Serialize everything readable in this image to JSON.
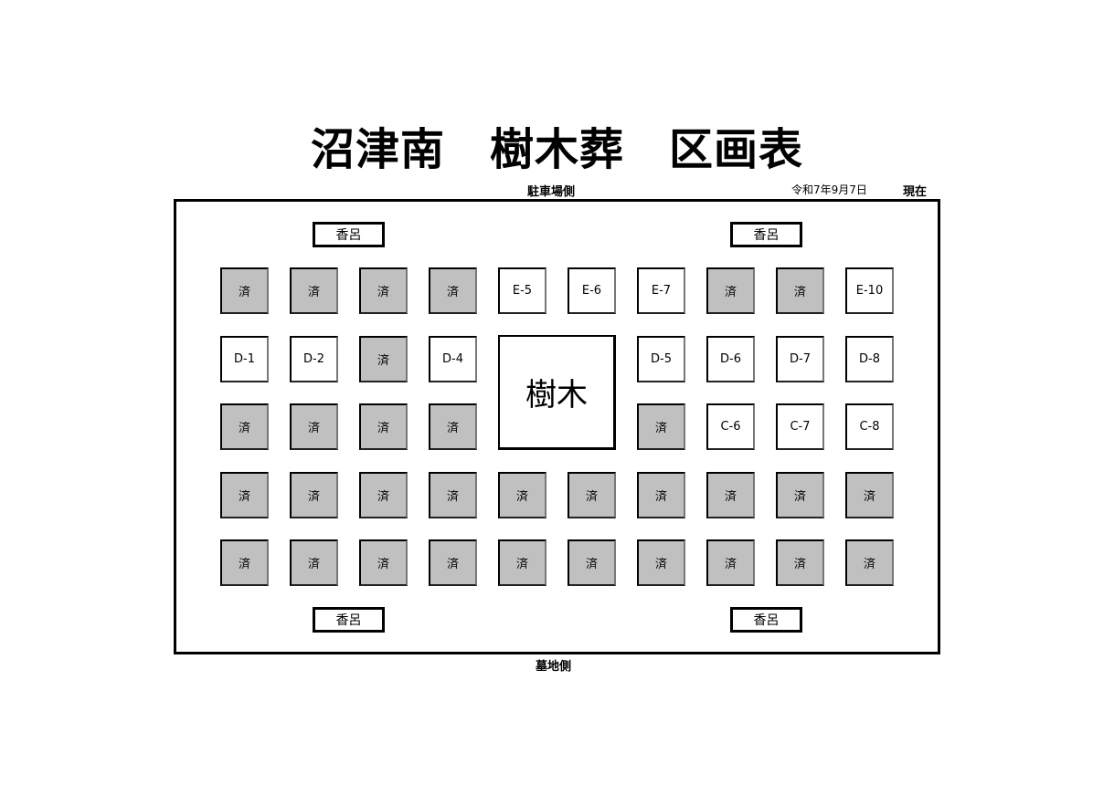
{
  "title": "沼津南　樹木葬　区画表",
  "parking_side": "駐車場側",
  "cemetery_side": "墓地側",
  "date": "令和7年9月7日",
  "as_of": "現在",
  "tree_label": "樹木",
  "incense_label": "香呂",
  "sold_label": "済",
  "rows": [
    [
      "済",
      "済",
      "済",
      "済",
      "E-5",
      "E-6",
      "E-7",
      "済",
      "済",
      "E-10"
    ],
    [
      "D-1",
      "D-2",
      "済",
      "D-4",
      null,
      null,
      "D-5",
      "D-6",
      "D-7",
      "D-8"
    ],
    [
      "済",
      "済",
      "済",
      "済",
      null,
      null,
      "済",
      "C-6",
      "C-7",
      "C-8"
    ],
    [
      "済",
      "済",
      "済",
      "済",
      "済",
      "済",
      "済",
      "済",
      "済",
      "済"
    ],
    [
      "済",
      "済",
      "済",
      "済",
      "済",
      "済",
      "済",
      "済",
      "済",
      "済"
    ]
  ],
  "colors": {
    "sold": "#c0c0c0",
    "available": "#ffffff"
  }
}
